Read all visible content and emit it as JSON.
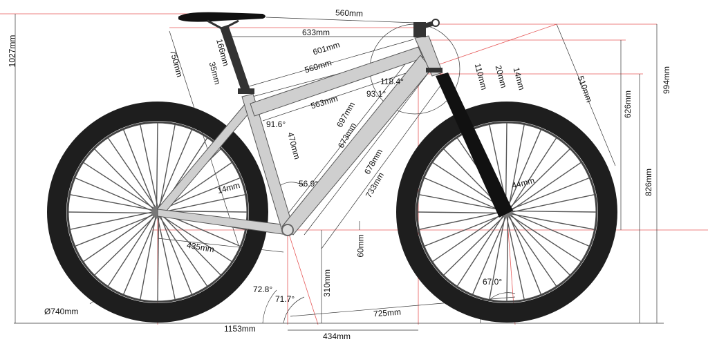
{
  "title": "Bicycle geometry diagram",
  "colors": {
    "frame": "#cfcfcf",
    "tire": "#1e1e1e",
    "dimension": "#333333",
    "reference": "#e23b3b"
  },
  "labels": {
    "saddle_to_bar": "560mm",
    "reach_saddle": "633mm",
    "top_tube_601": "601mm",
    "top_tube_560": "560mm",
    "top_tube_563": "563mm",
    "saddle_height": "750mm",
    "seatpost_166": "166mm",
    "collar_35": "35mm",
    "overall_height": "1027mm",
    "seat_angle_91": "91.6°",
    "seat_tube_470": "470mm",
    "head_angle_118": "118.4°",
    "head_angle_93": "93.1°",
    "down_tube_697": "697mm",
    "down_tube_673": "673mm",
    "down_tube_678": "678mm",
    "down_tube_733": "733mm",
    "bb_angle_56": "56.9°",
    "stay_14": "14mm",
    "chainstay_435": "435mm",
    "bb_drop_60": "60mm",
    "bb_height_310": "310mm",
    "seat_angle_72": "72.8°",
    "seat_angle_71": "71.7°",
    "front_center_725": "725mm",
    "head_angle_67": "67.0°",
    "fork_offset_44": "44mm",
    "wheelbase": "1153mm",
    "bb_to_front": "434mm",
    "wheel_diameter": "Ø740mm",
    "stem_110": "110mm",
    "spacer_20": "20mm",
    "headset_14": "14mm",
    "fork_510": "510mm",
    "stack_626": "626mm",
    "height_826": "826mm",
    "bar_height_994": "994mm"
  }
}
